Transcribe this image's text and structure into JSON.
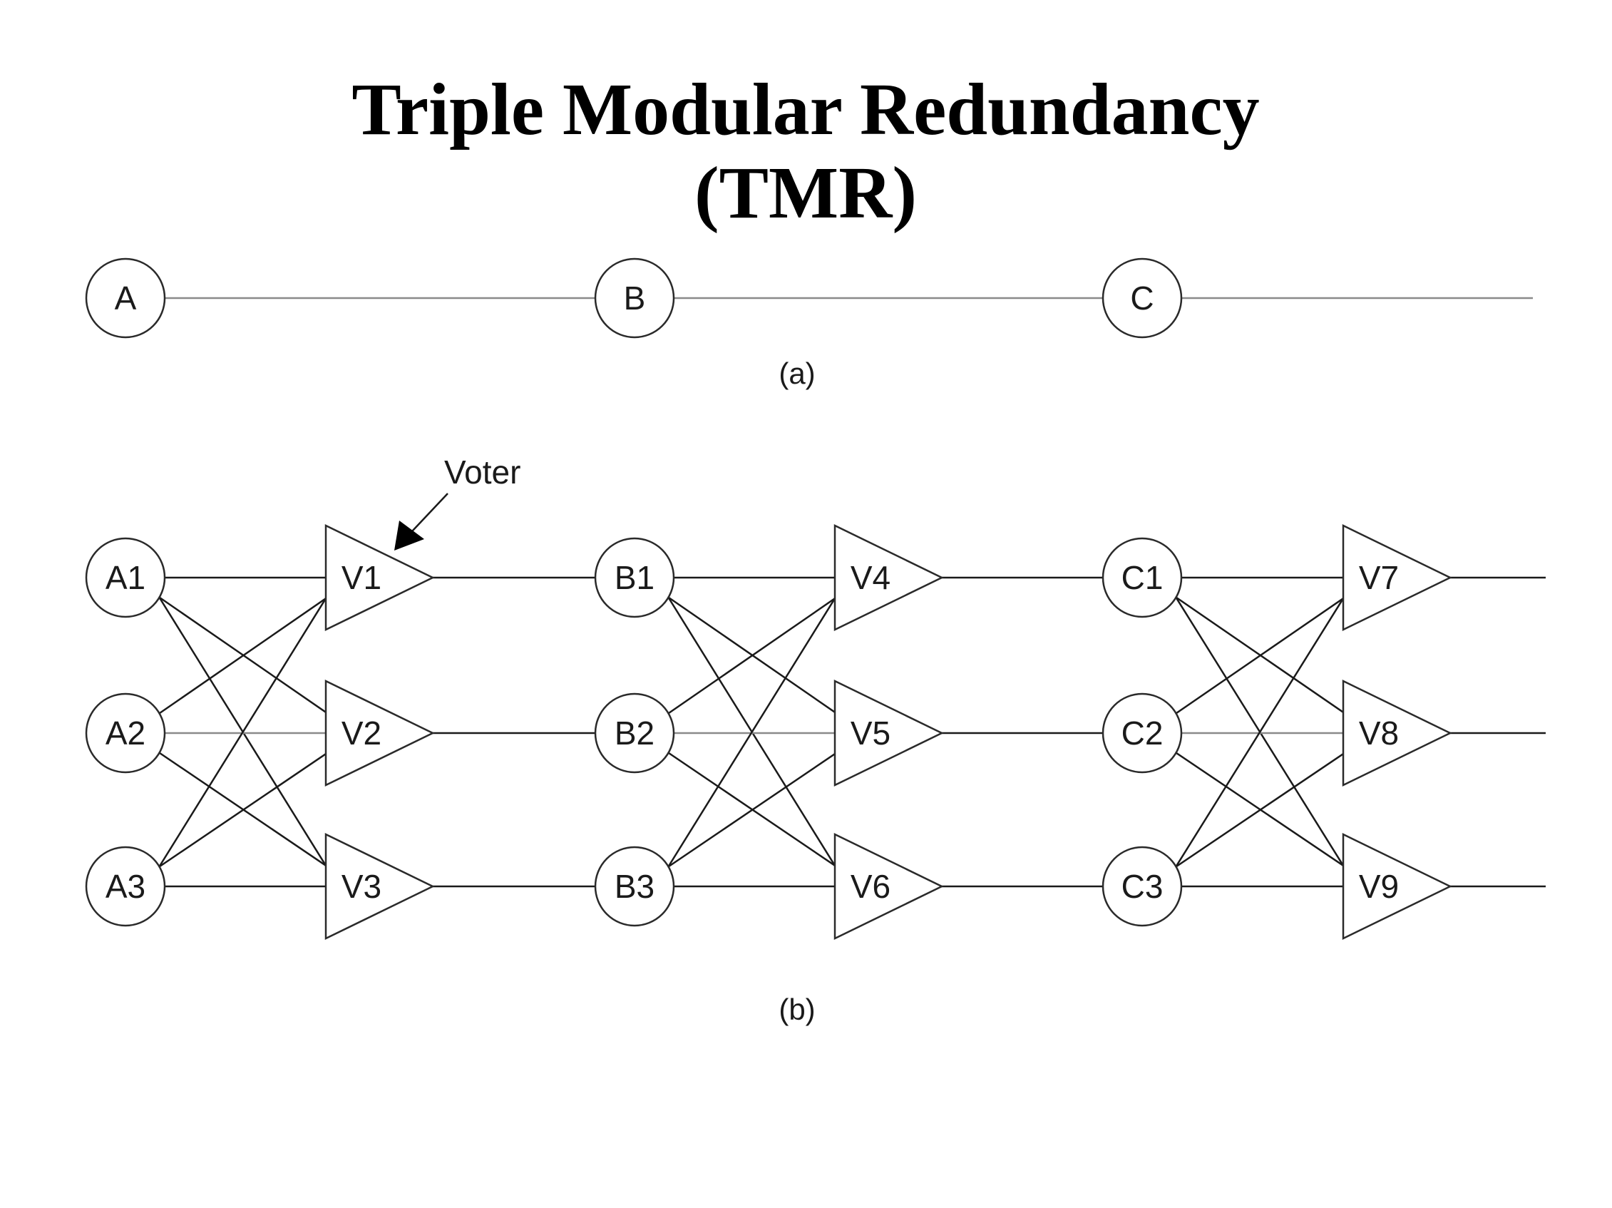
{
  "title": {
    "line1": "Triple Modular Redundancy",
    "line2": "(TMR)"
  },
  "part_a": {
    "caption": "(a)",
    "nodes": [
      "A",
      "B",
      "C"
    ]
  },
  "part_b": {
    "caption": "(b)",
    "voter_annotation": "Voter",
    "stages": [
      {
        "modules": [
          "A1",
          "A2",
          "A3"
        ],
        "voters": [
          "V1",
          "V2",
          "V3"
        ]
      },
      {
        "modules": [
          "B1",
          "B2",
          "B3"
        ],
        "voters": [
          "V4",
          "V5",
          "V6"
        ]
      },
      {
        "modules": [
          "C1",
          "C2",
          "C3"
        ],
        "voters": [
          "V7",
          "V8",
          "V9"
        ]
      }
    ]
  },
  "colors": {
    "line": "#1a1a1a",
    "line_light": "#8a8a8a",
    "stroke": "#2a2a2a",
    "background": "#ffffff"
  }
}
